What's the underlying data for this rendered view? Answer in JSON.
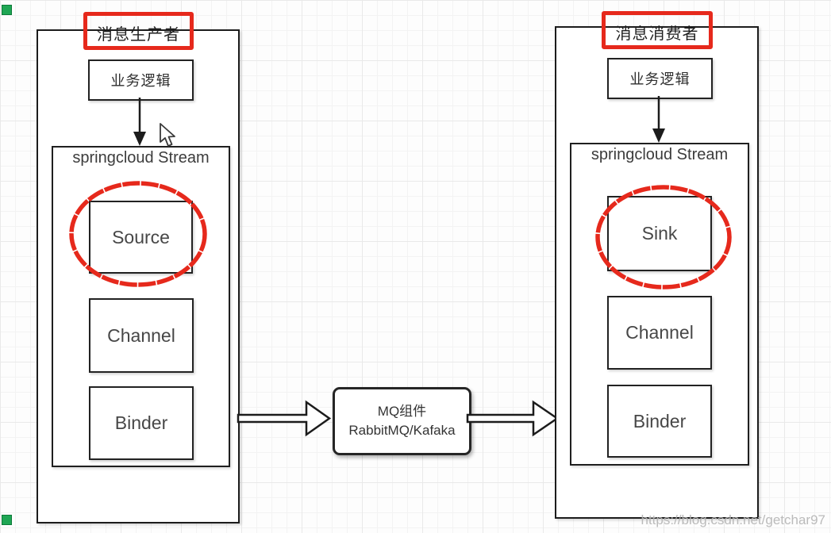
{
  "producer": {
    "title": "消息生产者",
    "business_logic_label": "业务逻辑",
    "stream_label": "springcloud Stream",
    "components": {
      "source": "Source",
      "channel": "Channel",
      "binder": "Binder"
    }
  },
  "consumer": {
    "title": "消息消费者",
    "business_logic_label": "业务逻辑",
    "stream_label": "springcloud Stream",
    "components": {
      "sink": "Sink",
      "channel": "Channel",
      "binder": "Binder"
    }
  },
  "mq_component": {
    "line1": "MQ组件",
    "line2": "RabbitMQ/Kafaka"
  },
  "watermark": {
    "text": "https://blog.csdn.net/getchar97"
  },
  "colors": {
    "annotation_red": "#e6291c",
    "box_border": "#1c1c1c",
    "handle_green": "#1fa654",
    "watermark_gray": "#b4b4b4",
    "grid_minor": "#f3f3f3",
    "grid_major": "#e9e9e9"
  }
}
